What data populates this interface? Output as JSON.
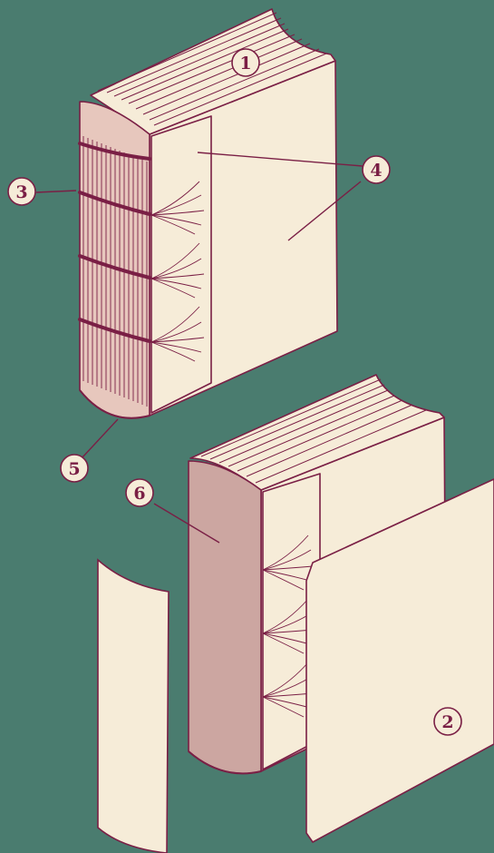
{
  "colors": {
    "background": "#4a7c6f",
    "paper": "#f6ecd8",
    "outline": "#7a1f45",
    "spine_light": "#e7c7bd",
    "spine_dark": "#cca6a1",
    "callout_fill": "#f6ecd8"
  },
  "callouts": [
    {
      "id": "c1",
      "label": "1"
    },
    {
      "id": "c2",
      "label": "2"
    },
    {
      "id": "c3",
      "label": "3"
    },
    {
      "id": "c4",
      "label": "4"
    },
    {
      "id": "c5",
      "label": "5"
    },
    {
      "id": "c6",
      "label": "6"
    }
  ]
}
